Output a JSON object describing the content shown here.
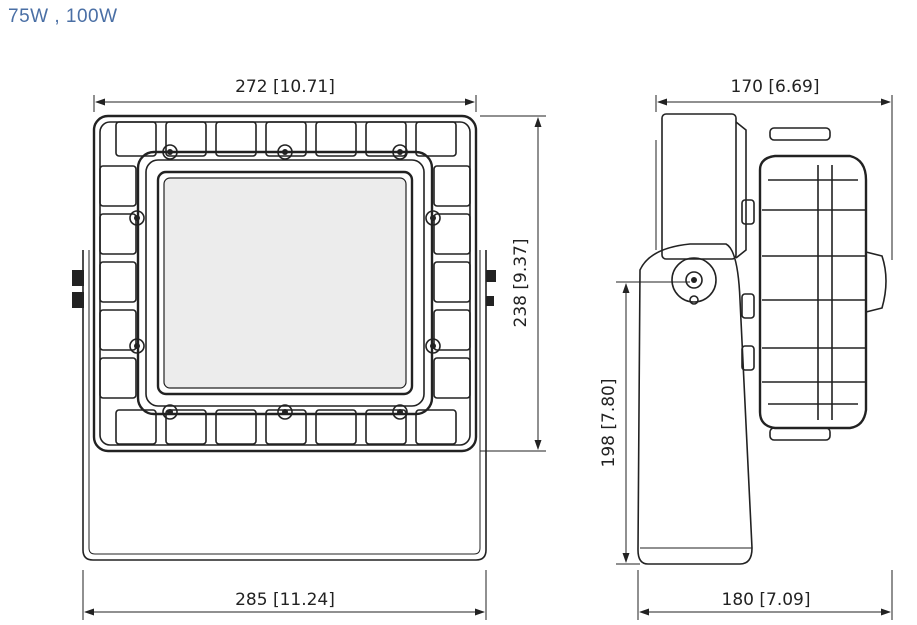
{
  "title": "75W , 100W",
  "dimensions": {
    "front_width_top": "272 [10.71]",
    "front_height": "238 [9.37]",
    "front_width_bottom": "285 [11.24]",
    "side_depth_top": "170 [6.69]",
    "side_height": "198 [7.80]",
    "side_depth_bottom": "180 [7.09]"
  }
}
